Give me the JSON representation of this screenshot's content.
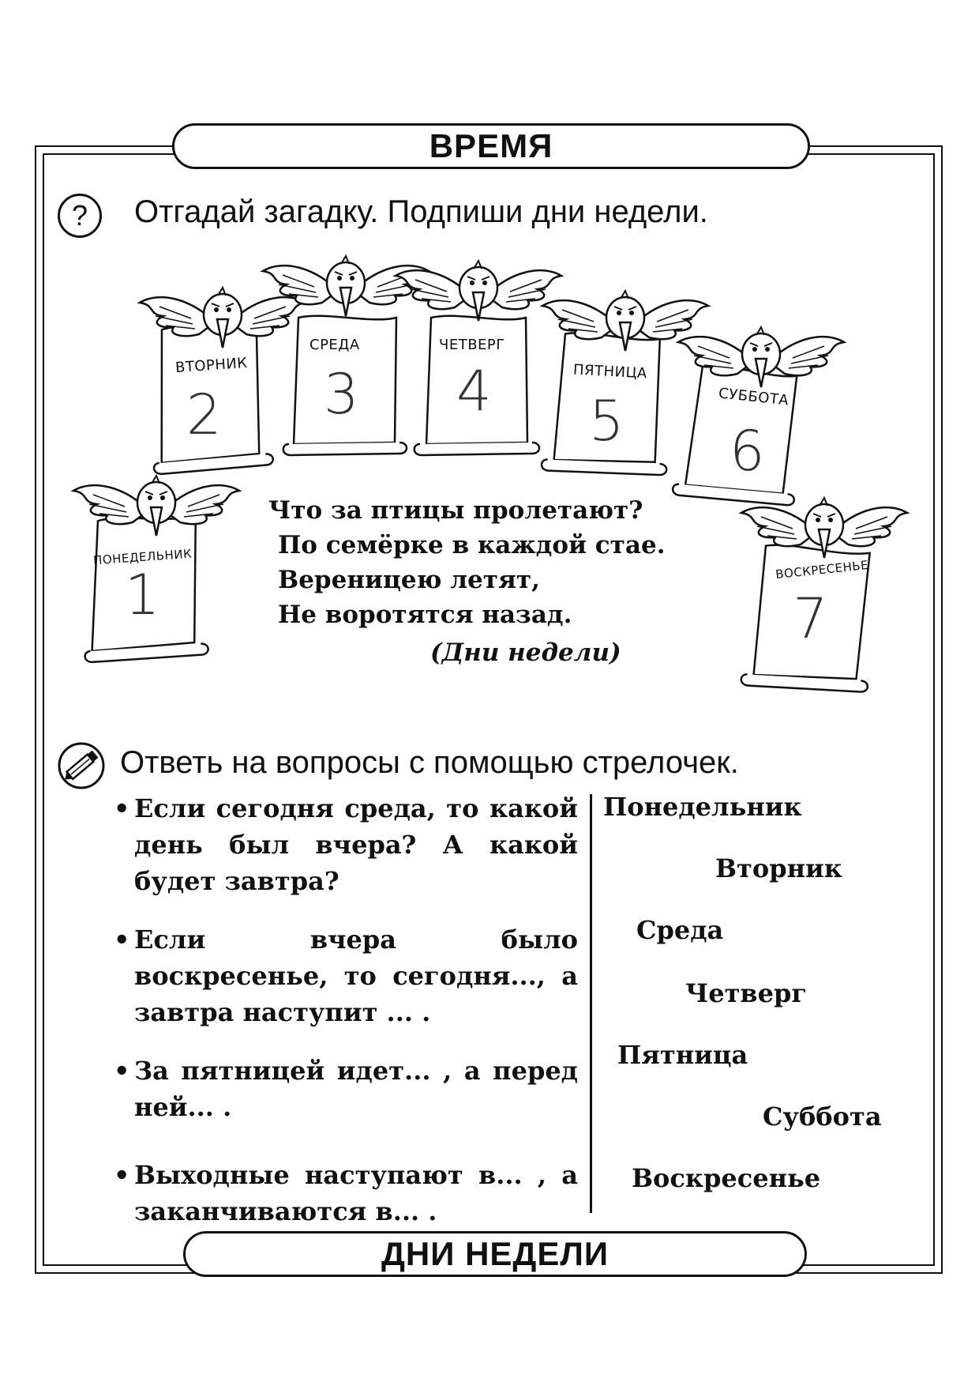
{
  "header": {
    "title": "ВРЕМЯ"
  },
  "footer": {
    "title": "ДНИ НЕДЕЛИ"
  },
  "task1": {
    "icon": "question-mark-icon",
    "icon_glyph": "?",
    "text": "Отгадай загадку. Подпиши дни недели."
  },
  "scrolls": [
    {
      "label": "ПОНЕДЕЛЬНИК",
      "number": "1"
    },
    {
      "label": "ВТОРНИК",
      "number": "2"
    },
    {
      "label": "СРЕДА",
      "number": "3"
    },
    {
      "label": "ЧЕТВЕРГ",
      "number": "4"
    },
    {
      "label": "ПЯТНИЦА",
      "number": "5"
    },
    {
      "label": "СУББОТА",
      "number": "6"
    },
    {
      "label": "ВОСКРЕСЕНЬЕ",
      "number": "7"
    }
  ],
  "riddle": {
    "lines": [
      "Что за птицы пролетают?",
      "По семёрке в каждой стае.",
      "Вереницею летят,",
      "Не воротятся назад."
    ],
    "answer": "(Дни недели)"
  },
  "task2": {
    "icon": "pencil-icon",
    "text": "Ответь на вопросы с помощью стрелочек."
  },
  "questions": [
    "Если сегодня среда, то какой день был вчера? А какой будет завтра?",
    "Если вчера было воскресенье, то сегодня..., а завтра наступит ... .",
    "За пятницей идет... , а перед ней... .",
    "Выходные наступают в... , а заканчиваются в... ."
  ],
  "days": [
    "Понедельник",
    "Вторник",
    "Среда",
    "Четверг",
    "Пятница",
    "Суббота",
    "Воскресенье"
  ]
}
